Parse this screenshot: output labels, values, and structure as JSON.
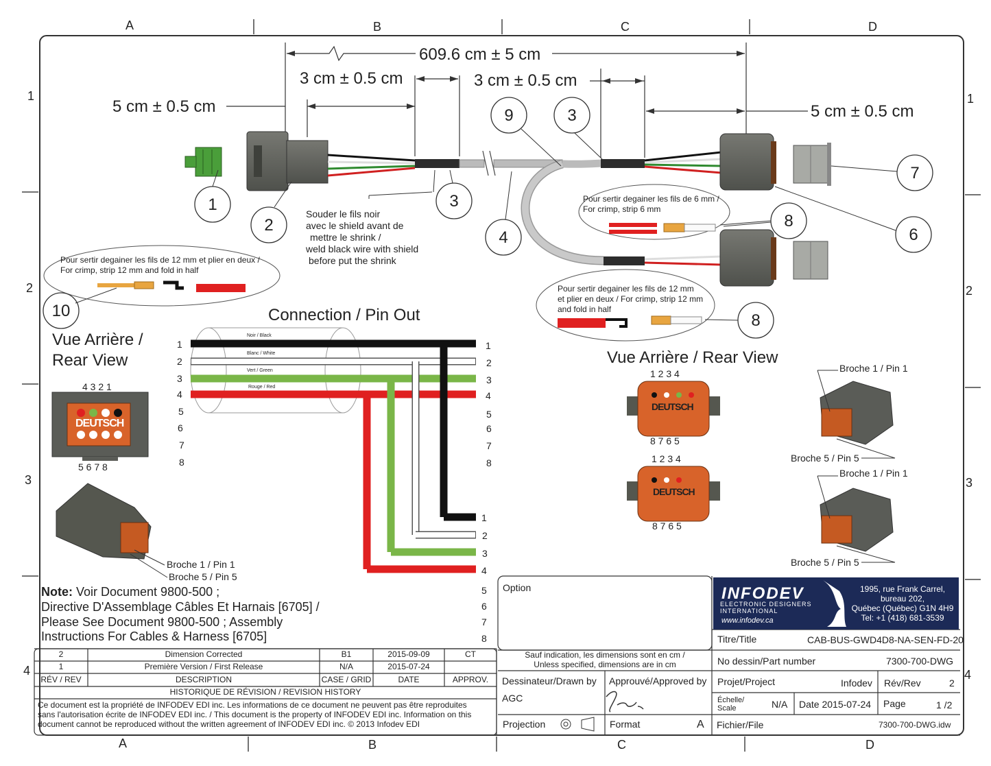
{
  "grid": {
    "cols": [
      "A",
      "B",
      "C",
      "D"
    ],
    "rows": [
      "1",
      "2",
      "3",
      "4"
    ]
  },
  "dimensions": {
    "overall": "609.6 cm ± 5 cm",
    "left_end": "5 cm ± 0.5 cm",
    "left_shield": "3 cm ± 0.5 cm",
    "right_shield": "3 cm ± 0.5 cm",
    "right_end": "5 cm ± 0.5 cm"
  },
  "callouts": [
    "1",
    "2",
    "3",
    "3",
    "4",
    "6",
    "7",
    "8",
    "8",
    "9",
    "10"
  ],
  "notes": {
    "solder": [
      "Souder le fils noir",
      "avec le shield  avant de",
      "mettre le shrink /",
      "weld black wire with shield",
      "before put the shrink"
    ],
    "crimp12_left": [
      "Pour sertir degainer les fils de 12 mm et plier en deux /",
      "For crimp, strip 12 mm and fold in half"
    ],
    "crimp6": [
      "Pour sertir degainer les fils de 6 mm /",
      "For crimp, strip 6 mm"
    ],
    "crimp12_right": [
      "Pour sertir degainer les fils de 12 mm",
      "et plier en deux / For crimp, strip 12 mm",
      "and fold in half"
    ]
  },
  "connection": {
    "title": "Connection / Pin Out",
    "wire_labels": [
      "Noir / Black",
      "Blanc / White",
      "Vert / Green",
      "Rouge / Red"
    ],
    "pins": [
      "1",
      "2",
      "3",
      "4",
      "5",
      "6",
      "7",
      "8"
    ]
  },
  "left_view": {
    "title_line1": "Vue Arrière /",
    "title_line2": "Rear View",
    "top_pins": "4 3 2 1",
    "bottom_pins": "5 6 7 8",
    "brand": "DEUTSCH",
    "broche1": "Broche 1 / Pin 1",
    "broche5": "Broche 5 / Pin 5"
  },
  "right_view": {
    "title": "Vue Arrière / Rear View",
    "top_pins": "1 2 3 4",
    "bottom_pins": "8 7 6 5",
    "brand": "DEUTSCH",
    "broche1": "Broche 1 / Pin 1",
    "broche5": "Broche 5 / Pin 5"
  },
  "note_block": {
    "bold": "Note:",
    "line1": " Voir Document 9800-500 ;",
    "line2": "Directive D'Assemblage Câbles Et Harnais [6705] /",
    "line3": "Please See Document 9800-500 ; Assembly",
    "line4": "Instructions For Cables & Harness [6705]"
  },
  "revision": {
    "rows": [
      {
        "rev": "2",
        "desc": "Dimension Corrected",
        "grid": "B1",
        "date": "2015-09-09",
        "approv": "CT"
      },
      {
        "rev": "1",
        "desc": "Première Version / First Release",
        "grid": "N/A",
        "date": "2015-07-24",
        "approv": ""
      }
    ],
    "headers": {
      "rev": "RÉV / REV",
      "desc": "DESCRIPTION",
      "grid": "CASE / GRID",
      "date": "DATE",
      "approv": "APPROV."
    },
    "title": "HISTORIQUE DE RÉVISION / REVISION HISTORY",
    "legal": [
      "Ce document est la propriété de INFODEV EDI inc. Les informations de ce document ne peuvent pas être reproduites",
      "sans l'autorisation écrite de INFODEV EDI inc. / This document is the property of INFODEV EDI inc. Information on this",
      "document cannot be reproduced without the written agreement of INFODEV EDI inc. © 2013 Infodev EDI"
    ]
  },
  "titleblock": {
    "option_label": "Option",
    "units_line1": "Sauf indication, les dimensions sont en cm /",
    "units_line2": "Unless specified, dimensions are in cm",
    "drawn_label": "Dessinateur/Drawn by",
    "drawn_value": "AGC",
    "approved_label": "Approuvé/Approved by",
    "signature": "Fri.",
    "projection_label": "Projection",
    "format_label": "Format",
    "format_value": "A",
    "company": "INFODEV",
    "company_sub1": "ELECTRONIC DESIGNERS",
    "company_sub2": "INTERNATIONAL",
    "company_web": "www.infodev.ca",
    "address": [
      "1995, rue Frank Carrel,",
      "bureau 202,",
      "Québec (Québec) G1N 4H9",
      "Tel: +1 (418) 681-3539"
    ],
    "title_label": "Titre/Title",
    "title_value": "CAB-BUS-GWD4D8-NA-SEN-FD-20",
    "part_label": "No dessin/Part number",
    "part_value": "7300-700-DWG",
    "project_label": "Projet/Project",
    "project_value": "Infodev",
    "rev_label": "Rév/Rev",
    "rev_value": "2",
    "scale_label1": "Échelle/",
    "scale_label2": "Scale",
    "scale_value": "N/A",
    "date_label": "Date 2015-07-24",
    "page_label": "Page",
    "page_value": "1 /2",
    "file_label": "Fichier/File",
    "file_value": "7300-700-DWG.idw"
  },
  "colors": {
    "black_wire": "#111111",
    "white_wire": "#ffffff",
    "green_wire": "#7ab648",
    "red_wire": "#e02020",
    "connector_gray": "#5e605b",
    "deutsch_orange": "#d8632a",
    "title_navy": "#1c2a57"
  }
}
